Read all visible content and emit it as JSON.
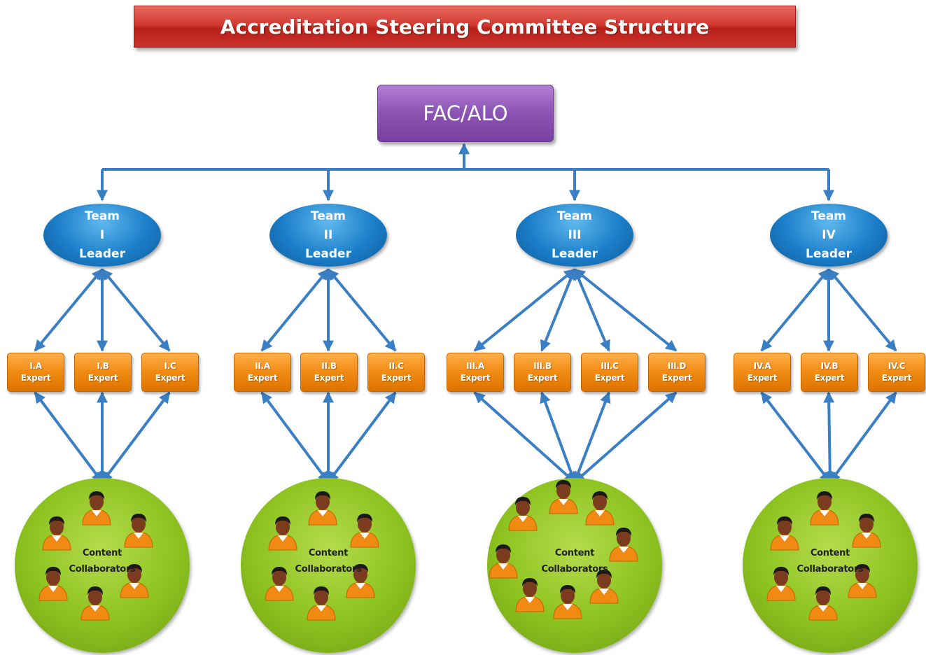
{
  "title": "Accreditation Steering Committee Structure",
  "root": "FAC/ALO",
  "teams": [
    {
      "label_lines": [
        "Team",
        "I",
        "Leader"
      ],
      "experts": [
        [
          "I.A",
          "Expert"
        ],
        [
          "I.B",
          "Expert"
        ],
        [
          "I.C",
          "Expert"
        ]
      ],
      "collaborators": [
        "Content",
        "Collaborators"
      ],
      "person_count": 6
    },
    {
      "label_lines": [
        "Team",
        "II",
        "Leader"
      ],
      "experts": [
        [
          "II.A",
          "Expert"
        ],
        [
          "II.B",
          "Expert"
        ],
        [
          "II.C",
          "Expert"
        ]
      ],
      "collaborators": [
        "Content",
        "Collaborators"
      ],
      "person_count": 6
    },
    {
      "label_lines": [
        "Team",
        "III",
        "Leader"
      ],
      "experts": [
        [
          "III.A",
          "Expert"
        ],
        [
          "III.B",
          "Expert"
        ],
        [
          "III.C",
          "Expert"
        ],
        [
          "III.D",
          "Expert"
        ]
      ],
      "collaborators": [
        "Content",
        "Collaborators"
      ],
      "person_count": 8
    },
    {
      "label_lines": [
        "Team",
        "IV",
        "Leader"
      ],
      "experts": [
        [
          "IV.A",
          "Expert"
        ],
        [
          "IV.B",
          "Expert"
        ],
        [
          "IV.C",
          "Expert"
        ]
      ],
      "collaborators": [
        "Content",
        "Collaborators"
      ],
      "person_count": 6
    }
  ],
  "colors": {
    "title_bar": "#d23a30",
    "root_box": "#8c53b3",
    "leader": "#1b7ec9",
    "expert": "#f08a12",
    "collaborator_circle": "#8cc21f",
    "connector": "#3a7fc4"
  },
  "icons": {
    "person": "person-icon"
  }
}
